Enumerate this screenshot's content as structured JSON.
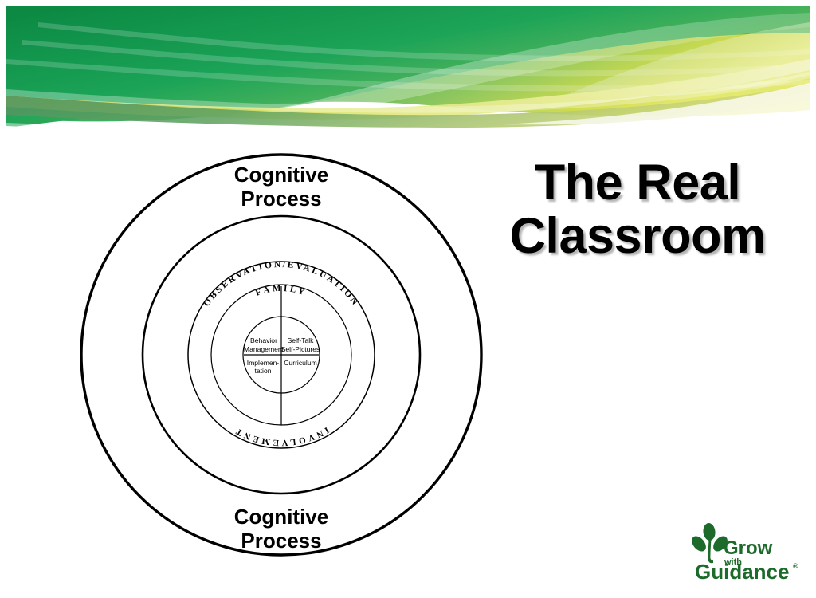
{
  "slide": {
    "title_lines": [
      "The Real",
      "Classroom"
    ],
    "background_color": "#ffffff",
    "banner": {
      "colors": {
        "dark_green": "#1f9a52",
        "deep_green": "#0e8a46",
        "mid_green": "#4fad58",
        "light_green": "#9ecf6b",
        "yellow_green": "#d9e04a",
        "pale_yellow": "#e9ec8e",
        "shadow_green": "#5f9e62",
        "white": "#ffffff"
      }
    }
  },
  "diagram": {
    "name": "concentric-circles-model",
    "rings": [
      {
        "level": 1,
        "label": "Cognitive Process",
        "position": "top-outer"
      },
      {
        "level": 1,
        "label": "Cognitive Process",
        "position": "bottom-outer"
      },
      {
        "level": 3,
        "label": "OBSERVATION/EVALUATION",
        "position": "arc-top"
      },
      {
        "level": 3,
        "label": "INVOLVEMENT",
        "position": "arc-bottom"
      },
      {
        "level": 4,
        "label": "FAMILY",
        "position": "arc-top"
      }
    ],
    "outer_label_top": "Cognitive",
    "outer_label_top_2": "Process",
    "outer_label_bottom": "Cognitive",
    "outer_label_bottom_2": "Process",
    "arc_observation": "OBSERVATION/EVALUATION",
    "arc_involvement": "INVOLVEMENT",
    "arc_family": "FAMILY",
    "quadrants": {
      "top_left_line1": "Behavior",
      "top_left_line2": "Management",
      "top_right_line1": "Self-Talk",
      "top_right_line2": "Self-Pictures",
      "bottom_left_line1": "Implemen-",
      "bottom_left_line2": "tation",
      "bottom_right_line1": "Curriculum"
    },
    "stroke_color": "#000000",
    "fill_color": "#ffffff"
  },
  "logo": {
    "line1": "Grow",
    "line2": "with",
    "line3": "Guidance",
    "registered_mark": "®",
    "color": "#1c6b2b",
    "icon": "plant-leaves-icon"
  }
}
